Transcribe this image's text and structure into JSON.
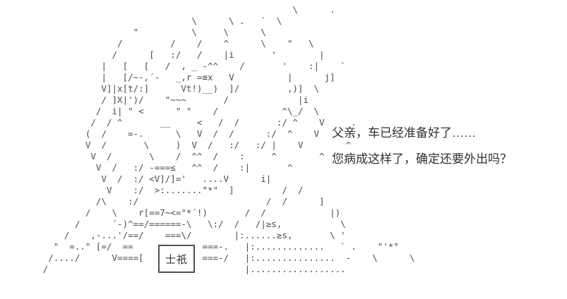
{
  "scene": {
    "background_color": "#ffffff",
    "art_color": "#4a4a4a",
    "text_color": "#2f2f2f"
  },
  "dialogue": {
    "line1": "父亲，车已经准备好了……",
    "line2": "您病成这样了，确定还要外出吗？"
  },
  "character": {
    "name_plate": "士祇"
  },
  "ascii_art": {
    "lines": [
      "                                                      \\      .",
      "                                   \\      \\ .   `  \\",
      "                        \"          \\     \\      \\",
      "                     /         /    /    ^      \\    \"   \\",
      "                    /      [   :/   /    |i       '        |",
      "                  |   [   [   /  , _ -^^    /       '    :|    `",
      "                  |   [/~-,´-   _,r =≡x   V          |      j]",
      "                  V]|x[t/:]      Vt!)__)  ]/         ,)]  \\",
      "                  / ]X|')/    \"~~~       /             |i",
      "                 /  i| \" <      \" \"    /            ^\\_/  \\",
      "                /  / ^       __     <   /  /       :/ ^    V     .",
      "               (  /    =-.      \\   V  /  /      :/  ^    V      ,",
      "               V  /       \\     )  V  /   :/   :/ |    V        ^",
      "                V  /       \\    /  ^^  /    :     ^        ^",
      "                 V  /   :/ -===≤   ^^  /    :|       ^",
      "                  V  /  :/ <V]/]='   ....V      i|",
      "                   V    :/  >:.......°*\"  ]         /  /",
      "                 /\\    :/                        /  /      ]",
      "               /    \\    r[==7~<=°*´!)       /  /            |)",
      "             /      ´-)^==/======-\\   \\:/  /   /|≥s,           \\",
      "           /    ,-...'/==/    ===\\/        |:......≥s,       \\ '",
      "         \"  =..\" [=/  ==             ===-.   |:.............   ` .    \"'*°",
      "        /..../      V====[           ===-/   |:...............  -    \\      \\",
      "       /                                     |.................."
    ]
  }
}
